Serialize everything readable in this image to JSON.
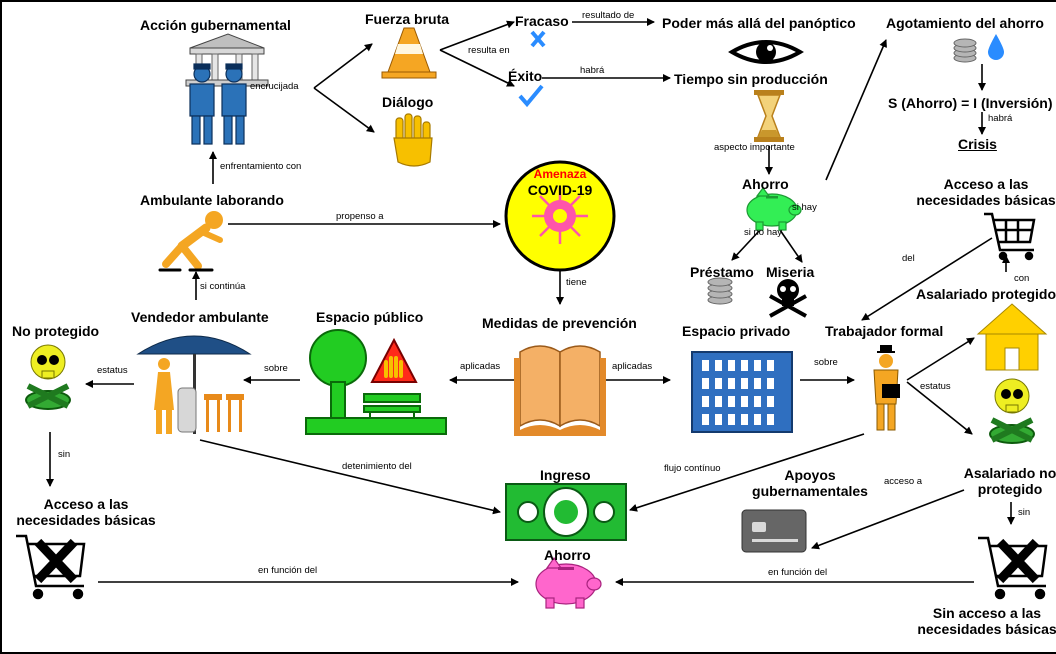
{
  "nodes": {
    "accion_gubernamental": "Acción gubernamental",
    "fuerza_bruta": "Fuerza bruta",
    "dialogo": "Diálogo",
    "fracaso": "Fracaso",
    "exito": "Éxito",
    "poder_panoptico": "Poder más allá del panóptico",
    "tiempo_sin_produccion": "Tiempo sin producción",
    "agotamiento_ahorro": "Agotamiento del ahorro",
    "s_igual_i": "S (Ahorro) = I (Inversión)",
    "crisis": "Crisis",
    "ahorro_top": "Ahorro",
    "prestamo": "Préstamo",
    "miseria": "Miseria",
    "acceso_basicas_top_1": "Acceso a las",
    "acceso_basicas_top_2": "necesidades básicas",
    "asalariado_protegido": "Asalariado protegido",
    "trabajador_formal": "Trabajador formal",
    "asalariado_no_protegido_1": "Asalariado no",
    "asalariado_no_protegido_2": "protegido",
    "sin_acceso_1": "Sin acceso a las",
    "sin_acceso_2": "necesidades básicas",
    "ambulante_laborando": "Ambulante laborando",
    "amenaza": "Amenaza",
    "covid": "COVID-19",
    "medidas_prevencion": "Medidas de prevención",
    "espacio_publico": "Espacio público",
    "espacio_privado": "Espacio privado",
    "vendedor_ambulante": "Vendedor ambulante",
    "no_protegido": "No protegido",
    "acceso_basicas_left_1": "Acceso a las",
    "acceso_basicas_left_2": "necesidades básicas",
    "ingreso": "Ingreso",
    "ahorro_bottom": "Ahorro",
    "apoyos_1": "Apoyos",
    "apoyos_2": "gubernamentales"
  },
  "edges": {
    "encrucijada": "encrucijada",
    "resulta_en": "resulta en",
    "resultado_de": "resultado de",
    "habra_1": "habrá",
    "habra_2": "habrá",
    "aspecto_importante": "aspecto importante",
    "si_hay": "si hay",
    "si_no_hay": "si no hay",
    "enfrentamiento_con": "enfrentamiento con",
    "propenso_a": "propenso a",
    "tiene": "tiene",
    "si_continua": "si continúa",
    "aplicadas_left": "aplicadas",
    "aplicadas_right": "aplicadas",
    "sobre_left": "sobre",
    "sobre_right": "sobre",
    "estatus_left": "estatus",
    "estatus_right": "estatus",
    "sin_left": "sin",
    "sin_right": "sin",
    "del": "del",
    "con": "con",
    "detenimiento_del": "detenimiento del",
    "flujo_continuo": "flujo contínuo",
    "acceso_a": "acceso a",
    "en_funcion_left": "en función del",
    "en_funcion_right": "en función del"
  },
  "colors": {
    "virus_bg": "#ffff00",
    "virus_red": "#ff0000",
    "cone_orange": "#f5a623",
    "hand_yellow": "#f7c000",
    "police_blue": "#2b72b8",
    "piggy_green": "#33ee55",
    "piggy_pink": "#ff66cc",
    "building_blue": "#2f6fc0",
    "money_green": "#22bb33",
    "house_yellow": "#ffd000",
    "skull_yellow": "#eeee22",
    "tree_green": "#22cc22",
    "book_orange": "#f4b066",
    "water_blue": "#2a8cff"
  },
  "icons": [
    "government-building-icon",
    "police-icon",
    "traffic-cone-icon",
    "stop-hand-icon",
    "cross-mark-icon",
    "check-mark-icon",
    "eye-icon",
    "hourglass-icon",
    "coins-icon",
    "water-drop-icon",
    "piggy-bank-icon",
    "skull-crossbones-icon",
    "shopping-cart-icon",
    "house-icon",
    "businessman-icon",
    "poison-skull-icon",
    "cancelled-cart-icon",
    "skater-icon",
    "virus-icon",
    "open-book-icon",
    "umbrella-vendor-icon",
    "tree-icon",
    "caution-hand-sign-icon",
    "bench-icon",
    "office-building-icon",
    "banknote-icon",
    "credit-card-icon"
  ]
}
